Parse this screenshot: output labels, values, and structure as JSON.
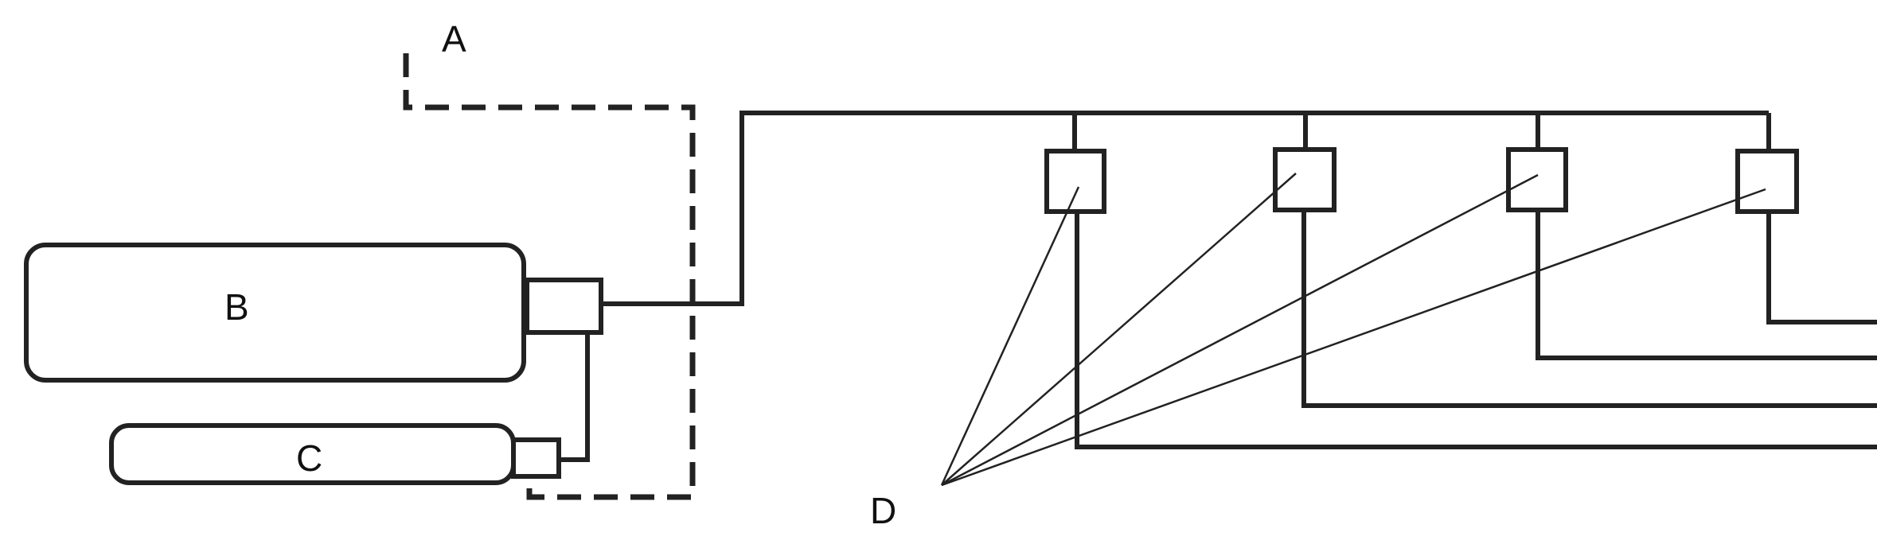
{
  "labels": {
    "a": "A",
    "b": "B",
    "c": "C",
    "d": "D"
  },
  "colors": {
    "line": "#222222",
    "background": "#ffffff"
  }
}
